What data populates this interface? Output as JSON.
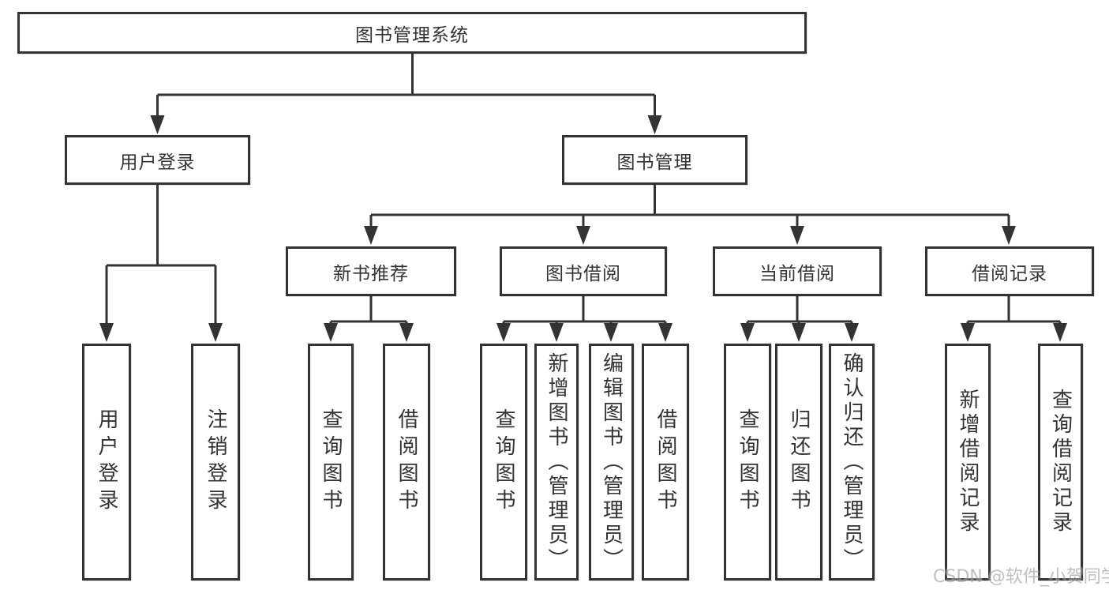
{
  "diagram": {
    "title": "图书管理系统",
    "level2": {
      "user_login": "用户登录",
      "book_management": "图书管理"
    },
    "level3": {
      "new_book_recommend": "新书推荐",
      "book_borrow": "图书借阅",
      "current_borrow": "当前借阅",
      "borrow_records": "借阅记录"
    },
    "leaves": {
      "user_login": [
        "用户登录",
        "注销登录"
      ],
      "new_book_recommend": [
        "查询图书",
        "借阅图书"
      ],
      "book_borrow": [
        "查询图书",
        "新增图书（管理员）",
        "编辑图书（管理员）",
        "借阅图书"
      ],
      "current_borrow": [
        "查询图书",
        "归还图书",
        "确认归还（管理员）"
      ],
      "borrow_records": [
        "新增借阅记录",
        "查询借阅记录"
      ]
    }
  },
  "watermark": {
    "text": "CSDN @软件_小贺同学"
  },
  "colors": {
    "line": "#333333",
    "text": "#333333",
    "background": "#ffffff",
    "watermark": "#9e9e9e"
  }
}
